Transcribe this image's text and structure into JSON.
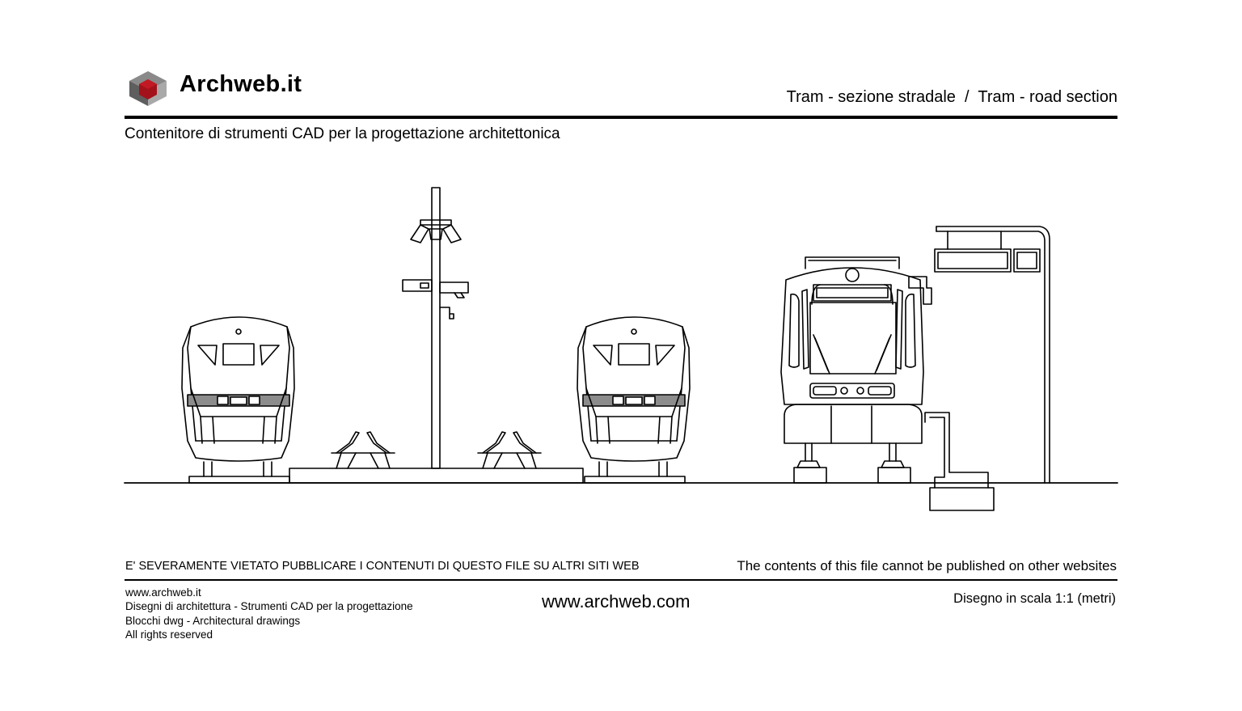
{
  "header": {
    "brand": "Archweb.it",
    "title": "Tram - sezione stradale  /  Tram - road section",
    "subtitle": "Contenitore di strumenti CAD per la progettazione architettonica"
  },
  "colors": {
    "logo_top": "#8a8a8a",
    "logo_left": "#5e5e5e",
    "logo_right": "#a9a9a9",
    "logo_core": "#a3121b",
    "line": "#000000",
    "band_gray": "#8c8c8c"
  },
  "icons": {
    "logo": "cube-logo-icon"
  },
  "footer": {
    "warning_it": "E' SEVERAMENTE VIETATO PUBBLICARE I CONTENUTI DI QUESTO FILE SU ALTRI SITI WEB",
    "warning_en": "The contents of this file cannot be published on other websites",
    "credits": [
      "www.archweb.it",
      "Disegni di architettura - Strumenti CAD  per la progettazione",
      "Blocchi dwg - Architectural drawings",
      "All rights reserved"
    ],
    "website": "www.archweb.com",
    "scale": "Disegno in scala 1:1 (metri)"
  }
}
